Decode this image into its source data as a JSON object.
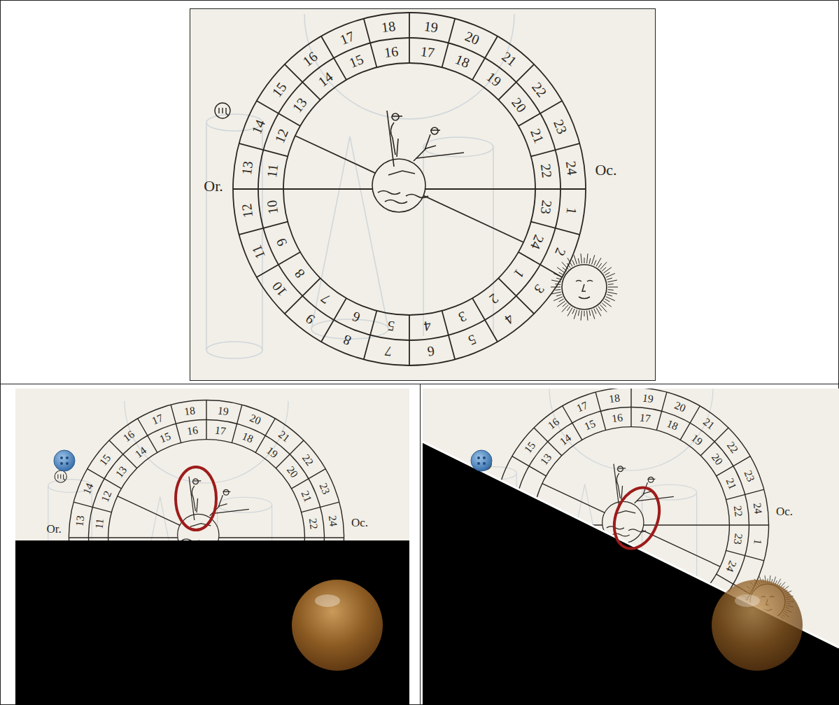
{
  "diagram": {
    "labels": [
      "1",
      "2",
      "3",
      "4",
      "5",
      "6",
      "7",
      "8",
      "9",
      "10",
      "11",
      "12",
      "13",
      "14",
      "15",
      "16",
      "17",
      "18",
      "19",
      "20",
      "21",
      "22",
      "23",
      "24",
      "1",
      "2",
      "3",
      "4",
      "5",
      "6",
      "7",
      "8",
      "9",
      "10",
      "11",
      "12",
      "13",
      "14",
      "15",
      "16",
      "17",
      "18",
      "19",
      "20",
      "21",
      "22",
      "23",
      "24",
      "Or.",
      "Oc.",
      "13",
      "14",
      "15",
      "16",
      "17",
      "18",
      "19",
      "20",
      "21",
      "22",
      "23",
      "24",
      "11",
      "12",
      "13",
      "14",
      "15",
      "16",
      "17",
      "18",
      "19",
      "20",
      "21",
      "22",
      "Or.",
      "Oc.",
      "15",
      "16",
      "17",
      "18",
      "19",
      "20",
      "21",
      "22",
      "23",
      "24",
      "1",
      "13",
      "14",
      "15",
      "16",
      "17",
      "18",
      "19",
      "20",
      "21",
      "22",
      "23",
      "24",
      "Oc."
    ]
  }
}
